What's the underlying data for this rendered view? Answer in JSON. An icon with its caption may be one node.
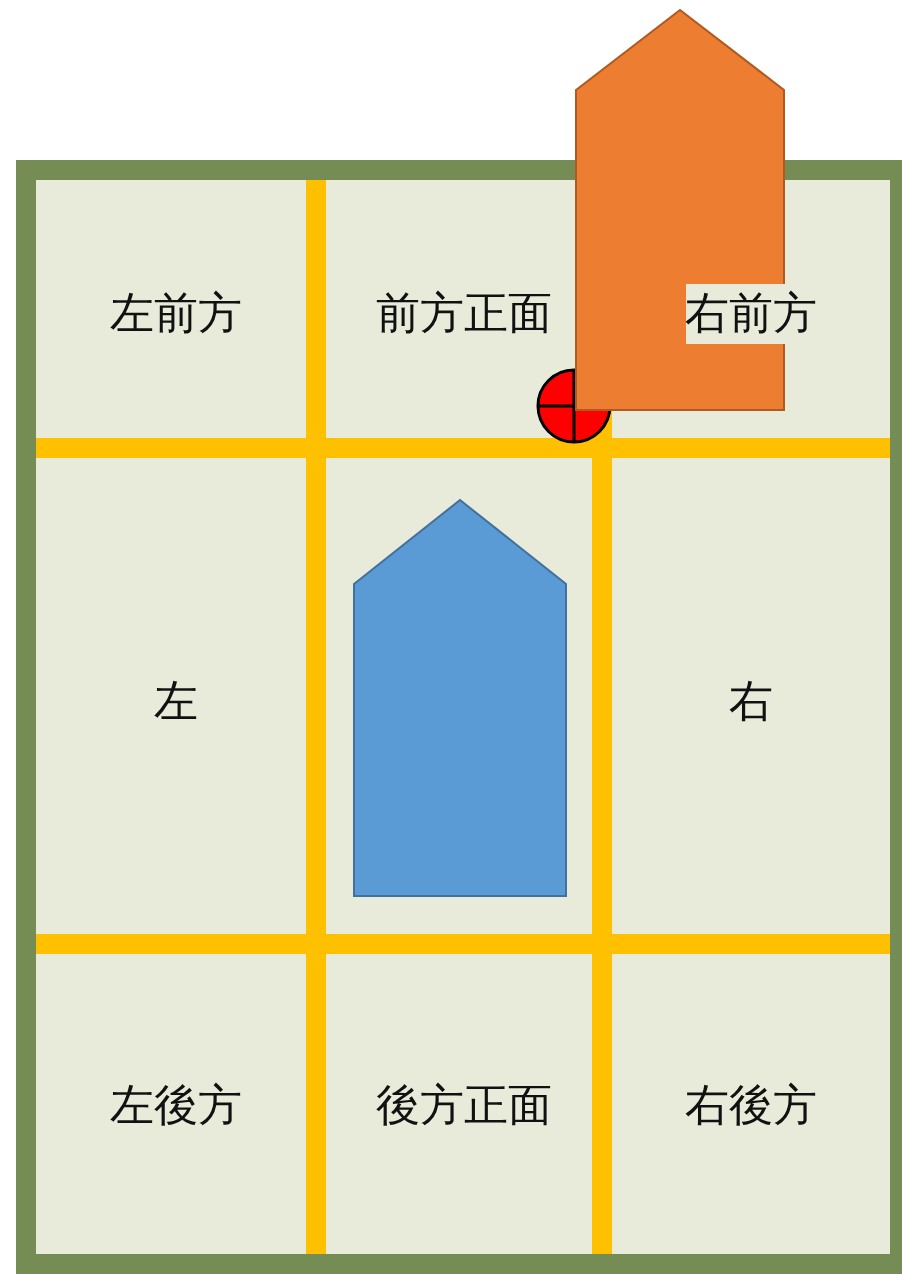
{
  "diagram": {
    "nodes": [
      {
        "text": [],
        "shape": "box"
      },
      {
        "text": [
          "左前方"
        ],
        "in": 0
      },
      {
        "text": [
          "前方正面"
        ],
        "in": 0
      },
      {
        "text": [
          "右前方"
        ],
        "in": 0
      },
      {
        "text": [
          "左"
        ],
        "in": 0
      },
      {
        "text": [
          "右"
        ],
        "in": 0
      },
      {
        "text": [
          "左後方"
        ],
        "in": 0
      },
      {
        "text": [
          "後方正面"
        ],
        "in": 0
      },
      {
        "text": [
          "右後方"
        ],
        "in": 0
      },
      {
        "text": [],
        "shape": "pentagon",
        "in": 0
      },
      {
        "text": [],
        "shape": "pentagon"
      },
      {
        "text": [],
        "shape": "circle",
        "in": 0
      }
    ],
    "edges": []
  }
}
